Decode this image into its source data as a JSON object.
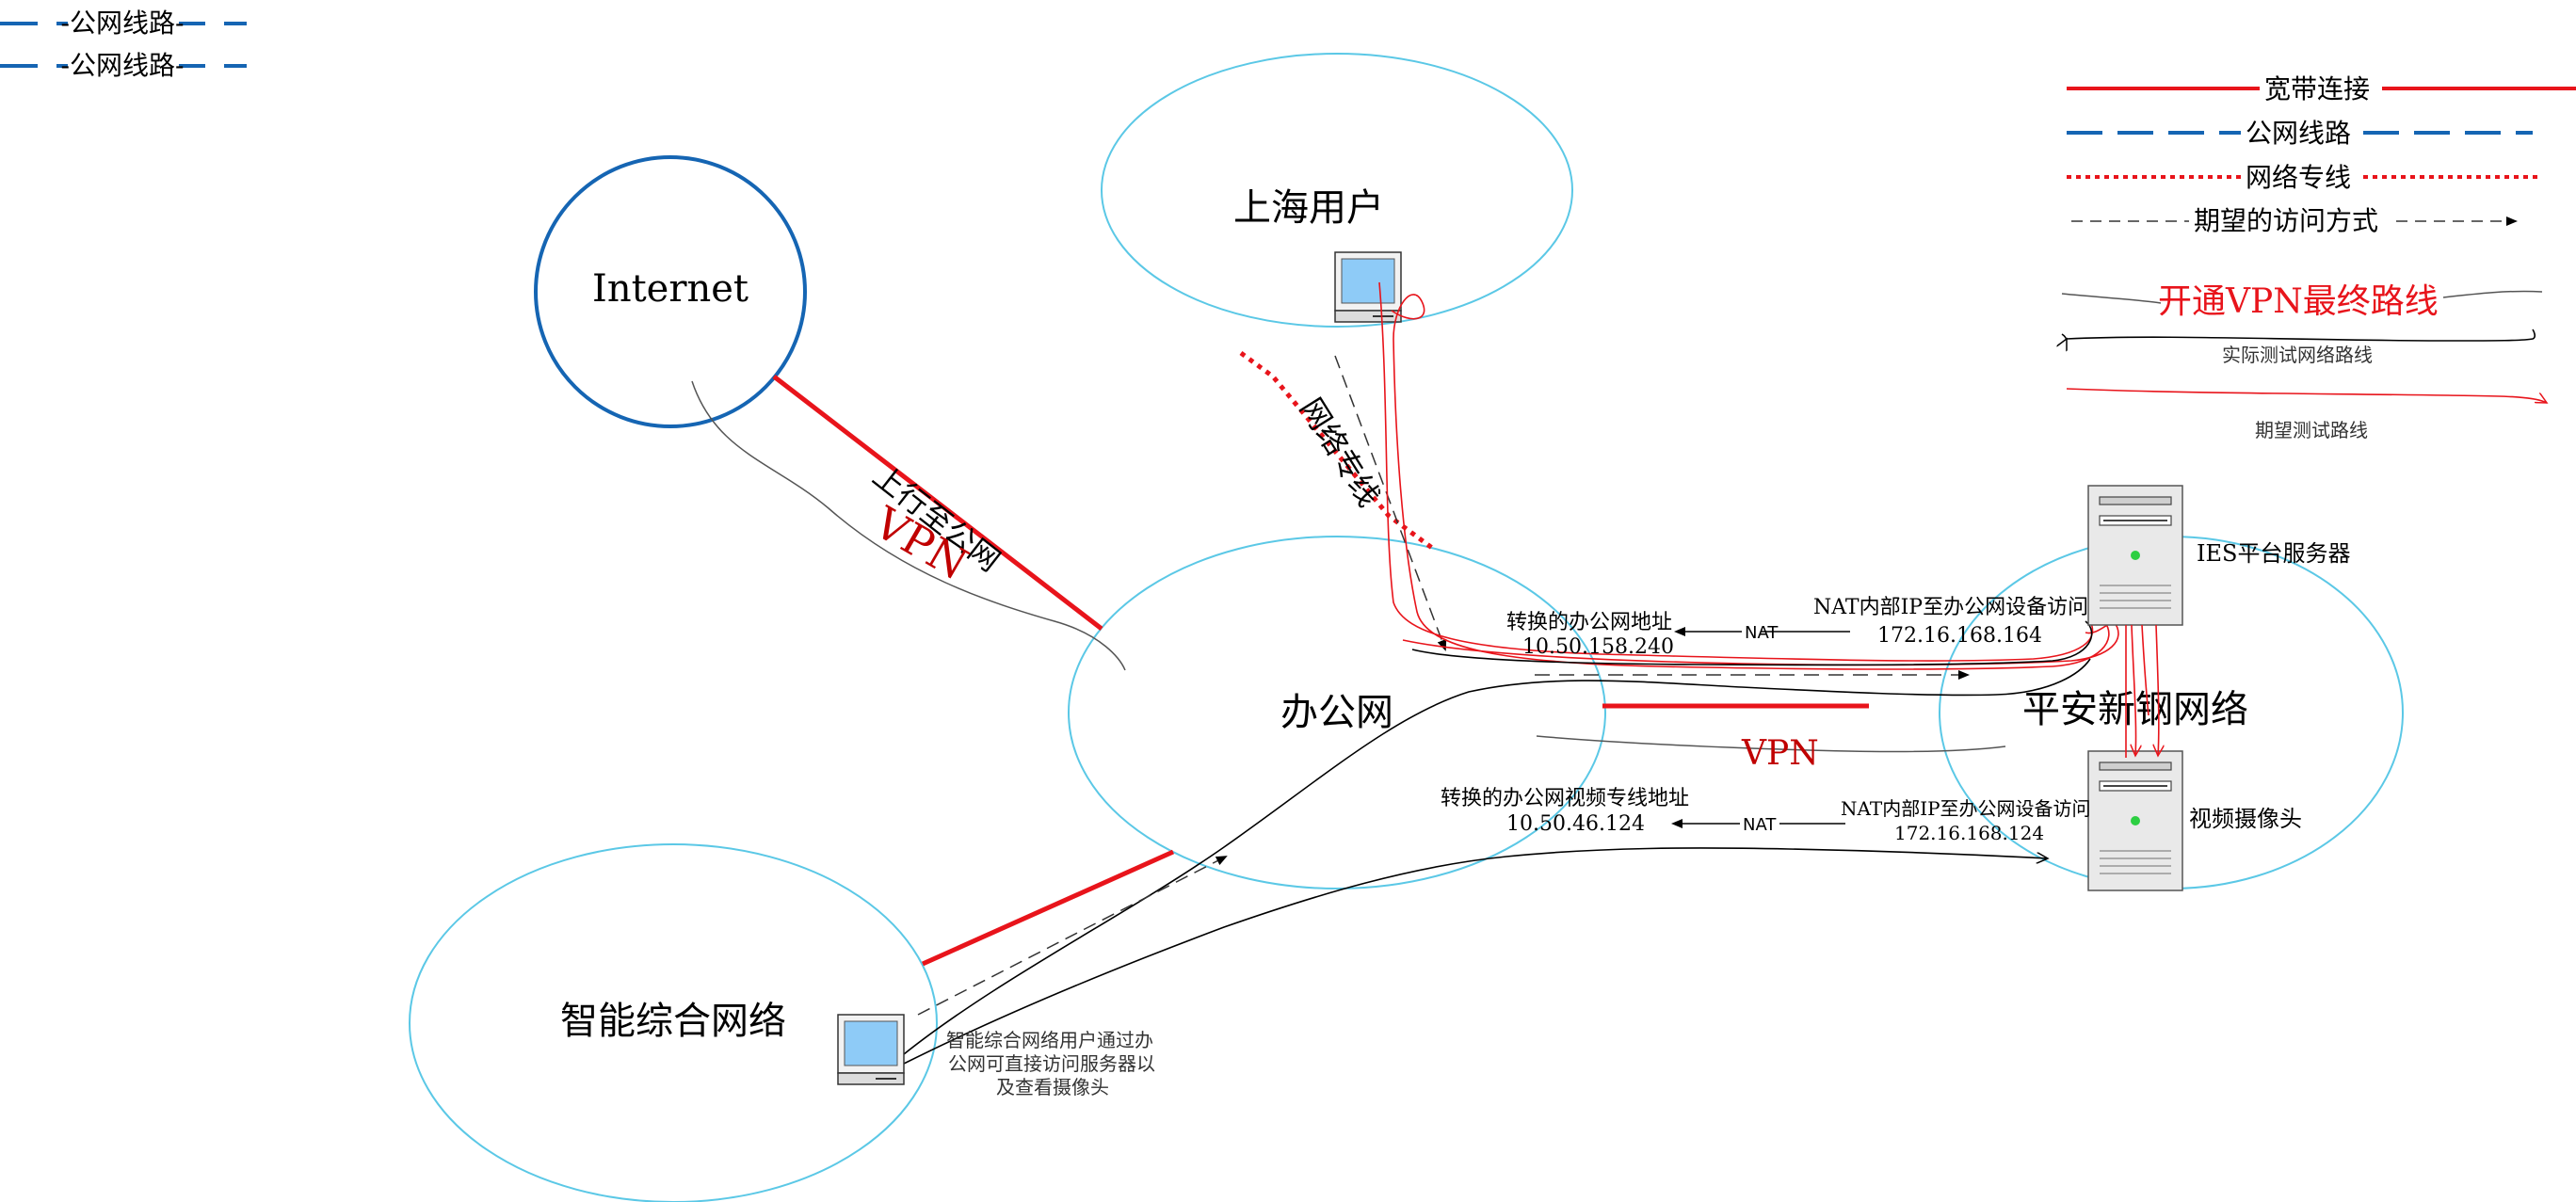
{
  "top_legend": [
    {
      "label": "-公网线路-"
    },
    {
      "label": "-公网线路-"
    }
  ],
  "nodes": {
    "internet": "Internet",
    "shanghai": "上海用户",
    "office": "办公网",
    "pingan": "平安新钢网络",
    "smart": "智能综合网络",
    "ies": "IES平台服务器",
    "camera": "视频摄像头"
  },
  "links": {
    "uplink": "上行至公网",
    "vpn_left": "VPN",
    "private_line": "网络专线",
    "vpn_center": "VPN",
    "nat1": "NAT",
    "nat2": "NAT"
  },
  "addresses": {
    "office_addr_title": "转换的办公网地址",
    "office_addr": "10.50.158.240",
    "nat_ies_title": "NAT内部IP至办公网设备访问",
    "nat_ies_ip": "172.16.168.164",
    "video_addr_title": "转换的办公网视频专线地址",
    "video_addr": "10.50.46.124",
    "nat_cam_title": "NAT内部IP至办公网设备访问",
    "nat_cam_ip": "172.16.168.124"
  },
  "smart_note": [
    "智能综合网络用户通过办",
    "公网可直接访问服务器以",
    "及查看摄像头"
  ],
  "legend": {
    "broadband": "宽带连接",
    "public_line": "公网线路",
    "private_line": "网络专线",
    "expected_access": "期望的访问方式",
    "vpn_final": "开通VPN最终路线",
    "actual_route": "实际测试网络路线",
    "expected_route": "期望测试路线"
  },
  "colors": {
    "red": "#e8141b",
    "blue": "#1565b3",
    "cyan": "#5bc8e6",
    "dark_red": "#c00000",
    "black": "#000000"
  }
}
